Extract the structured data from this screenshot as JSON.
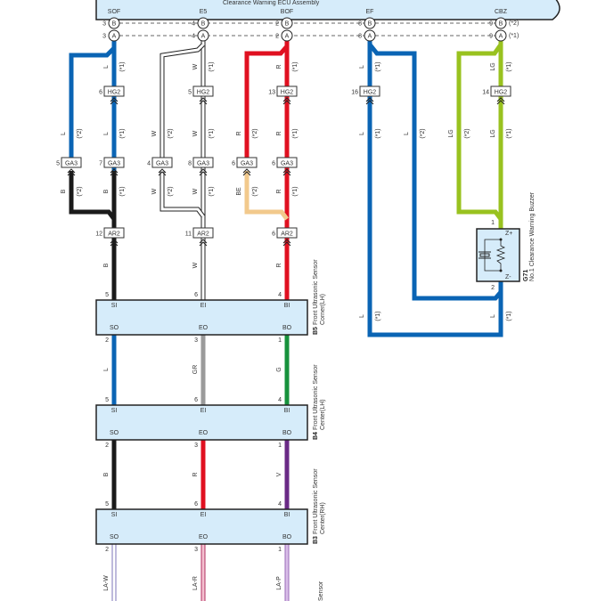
{
  "ecu": {
    "title": "Clearance Warning ECU Assembly",
    "terminals": [
      "SOF",
      "E5",
      "BOF",
      "EF",
      "CBZ"
    ],
    "pins_b": [
      "3",
      "4",
      "2",
      "8",
      "9"
    ],
    "pins_a": [
      "3",
      "4",
      "2",
      "8",
      "9"
    ],
    "connector_b": "B",
    "connector_a": "A",
    "variant_b": "(*2)",
    "variant_a": "(*1)"
  },
  "hg2": {
    "name": "HG2",
    "pins": [
      "6",
      "5",
      "13",
      "16",
      "14"
    ]
  },
  "ga3": {
    "name": "GA3",
    "pins": [
      "5",
      "7",
      "4",
      "8",
      "6",
      "6"
    ]
  },
  "ar2": {
    "name": "AR2",
    "pins": [
      "12",
      "11",
      "6"
    ]
  },
  "variants": {
    "v1": "(*1)",
    "v2": "(*2)"
  },
  "wire_colors": {
    "L": "L",
    "W": "W",
    "R": "R",
    "LG": "LG",
    "B": "B",
    "BE": "BE",
    "GR": "GR",
    "G": "G",
    "V": "V",
    "LA_W": "LA-W",
    "LA_R": "LA-R",
    "LA_P": "LA-P"
  },
  "sensors": [
    {
      "code": "B5",
      "name": "Front Ultrasonic Sensor",
      "name2": "Corner(LH)",
      "in_pins": [
        "5",
        "6",
        "4"
      ],
      "out_pins": [
        "2",
        "3",
        "1"
      ]
    },
    {
      "code": "B4",
      "name": "Front Ultrasonic Sensor",
      "name2": "Center(LH)",
      "in_pins": [
        "5",
        "6",
        "4"
      ],
      "out_pins": [
        "2",
        "3",
        "1"
      ]
    },
    {
      "code": "B3",
      "name": "Front Ultrasonic Sensor",
      "name2": "Center(RH)",
      "in_pins": [
        "5",
        "6",
        "4"
      ],
      "out_pins": [
        "2",
        "3",
        "1"
      ]
    }
  ],
  "sensor_terms_in": [
    "SI",
    "EI",
    "BI"
  ],
  "sensor_terms_out": [
    "SO",
    "EO",
    "BO"
  ],
  "buzzer": {
    "code": "G71",
    "name": "No.1 Clearance Warning Buzzer",
    "pin1": "1",
    "pin2": "2",
    "zplus": "Z+",
    "zminus": "Z-"
  },
  "cut_label": "Sensor",
  "colors": {
    "blue": "#0a64b4",
    "red": "#e01020",
    "black": "#1a1a1a",
    "lime": "#99c21f",
    "beige": "#f2c98c",
    "gray": "#9a9a9a",
    "green": "#17923c",
    "purple": "#6a2a86",
    "box": "#d6ecfa"
  }
}
